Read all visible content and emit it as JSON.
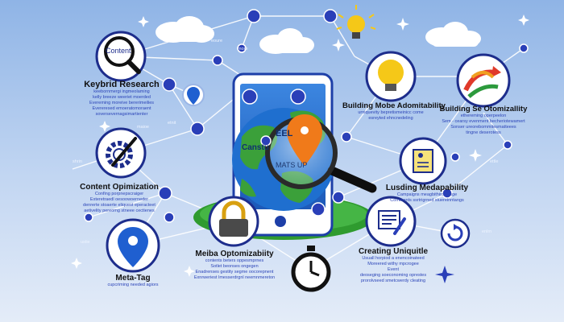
{
  "colors": {
    "sky_top": "#8fb4e6",
    "line": "#ffffff",
    "node_blue": "#2a3fb8",
    "icon_navy": "#1d2d8c",
    "accent_orange": "#f07a1a",
    "bulb_yellow": "#f5c818",
    "earth_green": "#3ba03a",
    "earth_blue": "#1f6fcf"
  },
  "icons": [
    "magnifier-content-icon",
    "gear-pencil-icon",
    "location-pin-icon",
    "padlock-icon",
    "stopwatch-icon",
    "lightbulb-icon",
    "arrows-icon",
    "document-icon",
    "checklist-icon",
    "refresh-icon",
    "smartphone-icon",
    "globe-icon",
    "magnifying-glass-icon",
    "cloud-icon"
  ],
  "labels": {
    "content_icon": "Content",
    "keyword": {
      "title": "Keybrid Research",
      "lines": [
        "keebornmergi ingmeolaming",
        "kelly breeze weeriet moerded",
        "Evereming moreive bererimeilies",
        "Evereresed emoeratomoraent",
        "soversevernagsimartienter"
      ]
    },
    "building_mobile": {
      "title": "Building Mobe Adomitability",
      "lines": [
        "urniquevity bepretismeinicc come",
        "esreyted ehncnedeling"
      ]
    },
    "building_se": {
      "title": "Building Se Otomizallity",
      "lines": [
        "ethereming operpeelon",
        "Sem - cearsy evenment becheriotewamert",
        "Sonser ureorebommitesmatteees",
        "tingne deserotess"
      ]
    },
    "content_opt": {
      "title": "Content Opimization",
      "lines": [
        "Confing porpnepscraiger",
        "Exteretraedl oesoowoerneder",
        "denrerte stoaerte eliquest eperacteet",
        "aetivelity pereomg stneee cectienes"
      ]
    },
    "lusding": {
      "title": "Lusding Medapability",
      "lines": [
        "Campaigns meagbithiroelesge",
        "Comments ssrtrigrned siuereinntangs"
      ]
    },
    "creating": {
      "title": "Creating Uniquitle",
      "lines": [
        "Usuall horpiod a enencoinateed",
        "Moreered withy mpcrogee",
        "Event",
        "deoseging soeconoming oprestes",
        "prorolvseed smetcwerdy cleating"
      ]
    },
    "media": {
      "title": "Meiba Optomizabiity",
      "lines": [
        "contents beters oppesmprnes",
        "Sotlet beonses ongegen",
        "Enadrenses gestity segme oocorepnent",
        "Exnrweriest lmesserdrgnl neemnmereton"
      ]
    },
    "meta_tag": {
      "title": "Meta-Tag",
      "lines": [
        "cupcriming needed agiors"
      ]
    },
    "float_small": [
      "eoure",
      "more",
      "maioe",
      "etnit",
      "shrin",
      "ustie",
      "ettle",
      "enlrn"
    ],
    "screen_text": [
      "Canstu",
      "EEL",
      "MATS UP"
    ]
  }
}
